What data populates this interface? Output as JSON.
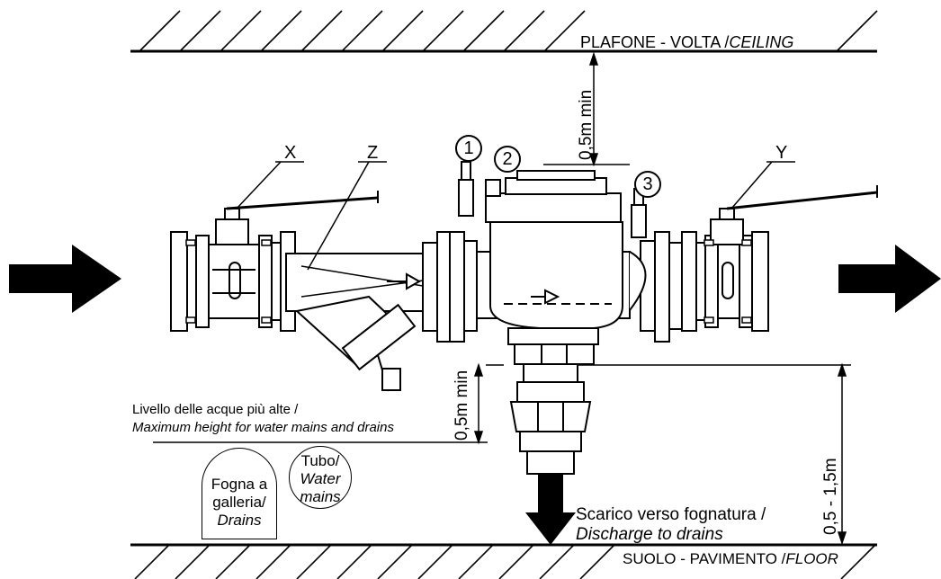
{
  "ceiling_label": {
    "main": "PLAFONE - VOLTA /",
    "italic": "CEILING"
  },
  "floor_label": {
    "main": "SUOLO - PAVIMENTO /",
    "italic": "FLOOR"
  },
  "dim_top": "0,5m min",
  "dim_mid": "0,5m min",
  "dim_right": "0,5 - 1,5m",
  "callouts": {
    "x": "X",
    "z": "Z",
    "y": "Y"
  },
  "numbers": [
    "1",
    "2",
    "3"
  ],
  "water_level": {
    "line1": "Livello delle acque più alte /",
    "line2": "Maximum height for water mains and drains"
  },
  "drains_box": {
    "l1": "Fogna a",
    "l2": "galleria/",
    "l3": "Drains"
  },
  "mains_box": {
    "l1": "Tubo/",
    "l2": "Water",
    "l3": "mains"
  },
  "discharge": {
    "line1": "Scarico verso fognatura /",
    "line2": "Discharge to drains"
  }
}
